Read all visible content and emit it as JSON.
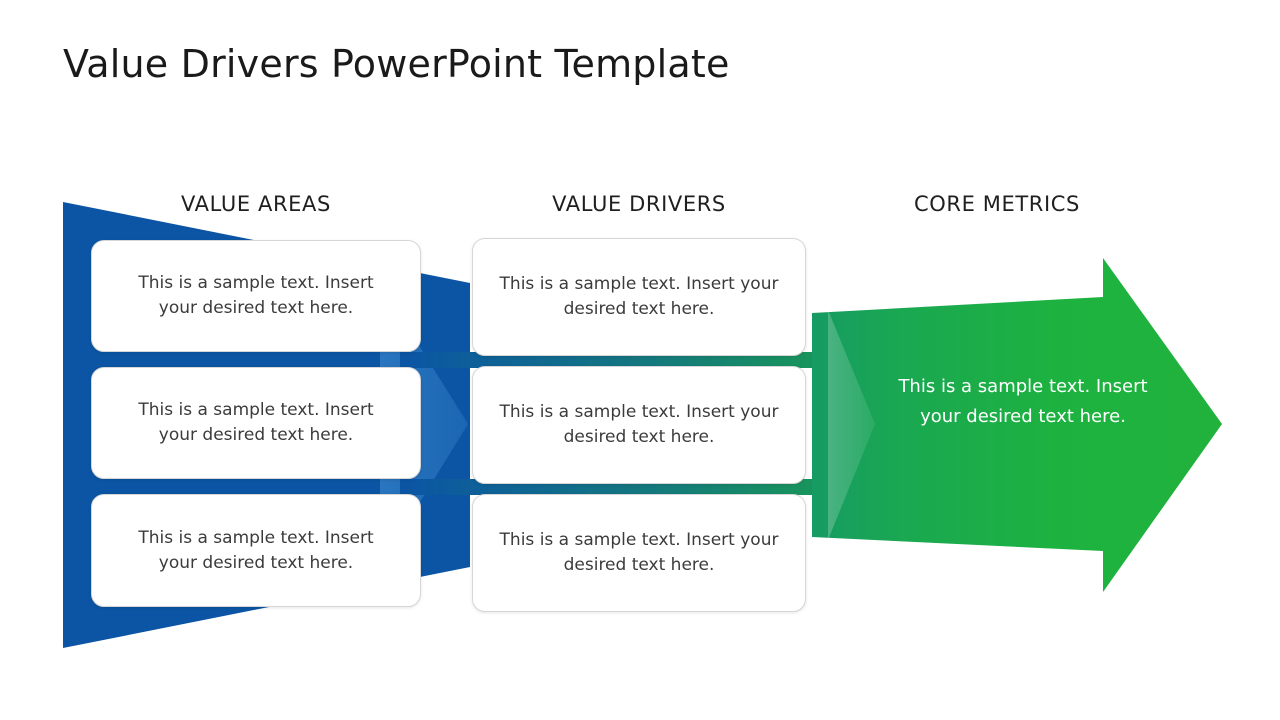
{
  "slide": {
    "title": "Value Drivers PowerPoint Template",
    "background_color": "#ffffff"
  },
  "palette": {
    "blue": "#0b55a4",
    "blue_dark": "#0a4b94",
    "blue_light": "#2f7bc4",
    "teal": "#10837f",
    "green": "#1db33b",
    "green_dark": "#169b63",
    "card_bg": "#ffffff",
    "card_border": "#d6d6d6",
    "title_color": "#1a1a1a",
    "body_text": "#3b3b3b",
    "inverse_text": "#ffffff"
  },
  "columns": [
    {
      "id": "value-areas",
      "header": "VALUE AREAS",
      "cards": [
        {
          "text": "This is a sample text. Insert your desired text here."
        },
        {
          "text": "This is a sample text. Insert your desired text here."
        },
        {
          "text": "This is a sample text. Insert your desired text here."
        }
      ]
    },
    {
      "id": "value-drivers",
      "header": "VALUE DRIVERS",
      "cards": [
        {
          "text": "This is a sample text. Insert your desired text here."
        },
        {
          "text": "This is a sample text. Insert your desired text here."
        },
        {
          "text": "This is a sample text. Insert your desired text here."
        }
      ]
    },
    {
      "id": "core-metrics",
      "header": "CORE METRICS",
      "cards": [
        {
          "text": "This is a sample text. Insert your desired text here."
        }
      ]
    }
  ],
  "shapes": {
    "funnel_label": "blue-funnel-shape",
    "chevron_label": "blue-chevron-shape",
    "green_arrow_label": "green-arrow-shape",
    "green_chevron_label": "green-chevron-shape"
  }
}
